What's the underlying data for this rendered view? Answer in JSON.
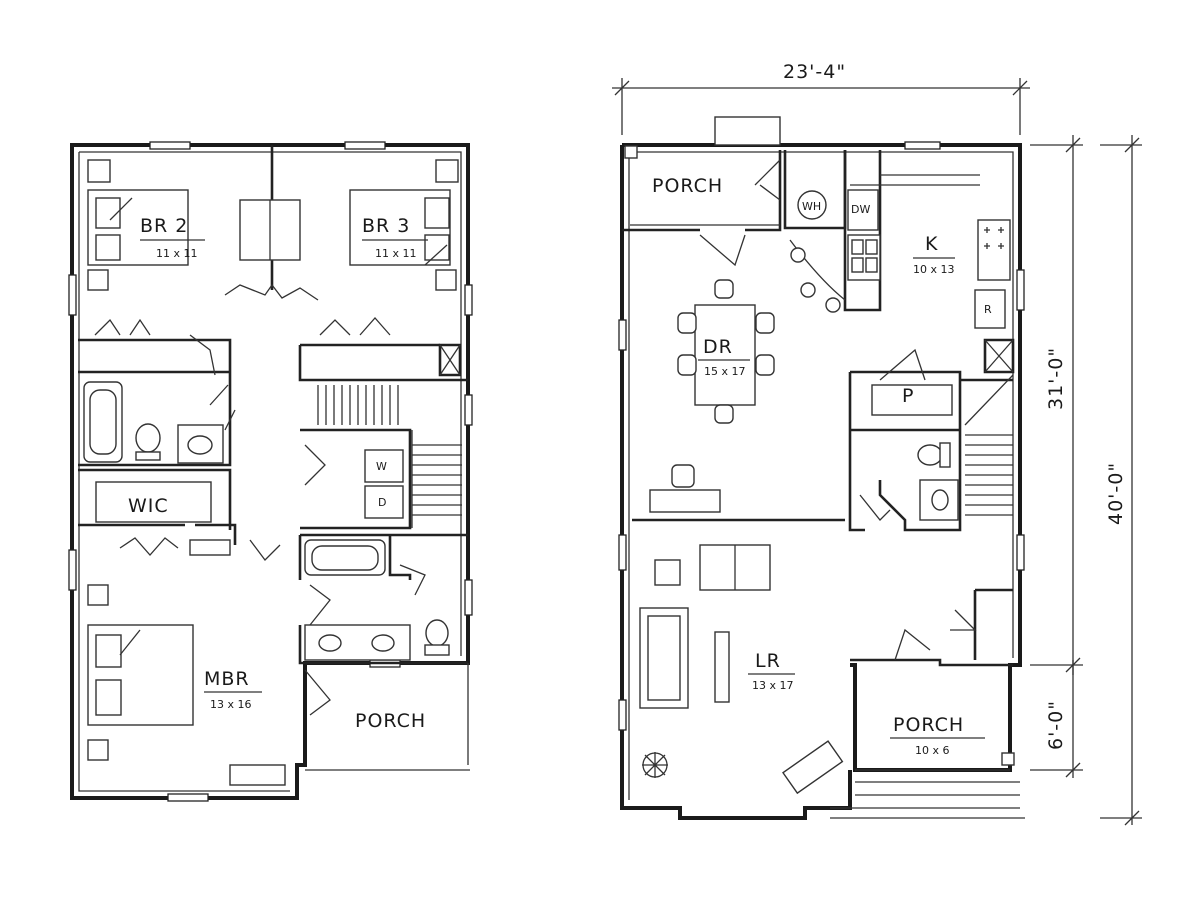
{
  "upper_floor": {
    "rooms": {
      "br2": {
        "name": "BR 2",
        "size": "11 x 11"
      },
      "br3": {
        "name": "BR 3",
        "size": "11 x 11"
      },
      "wic": {
        "name": "WIC"
      },
      "mbr": {
        "name": "MBR",
        "size": "13 x 16"
      },
      "porch": {
        "name": "PORCH"
      }
    },
    "appliances": {
      "washer": "W",
      "dryer": "D"
    }
  },
  "main_floor": {
    "rooms": {
      "porch_back": {
        "name": "PORCH"
      },
      "kitchen": {
        "name": "K",
        "size": "10 x 13"
      },
      "dining": {
        "name": "DR",
        "size": "15 x 17"
      },
      "pantry": {
        "name": "P"
      },
      "living": {
        "name": "LR",
        "size": "13 x 17"
      },
      "porch_front": {
        "name": "PORCH",
        "size": "10 x 6"
      }
    },
    "fixtures": {
      "water_heater": "WH",
      "dishwasher": "DW",
      "refrigerator": "R"
    }
  },
  "dimensions": {
    "width": "23'-4\"",
    "depth_main": "31'-0\"",
    "depth_total": "40'-0\"",
    "depth_porch": "6'-0\""
  }
}
